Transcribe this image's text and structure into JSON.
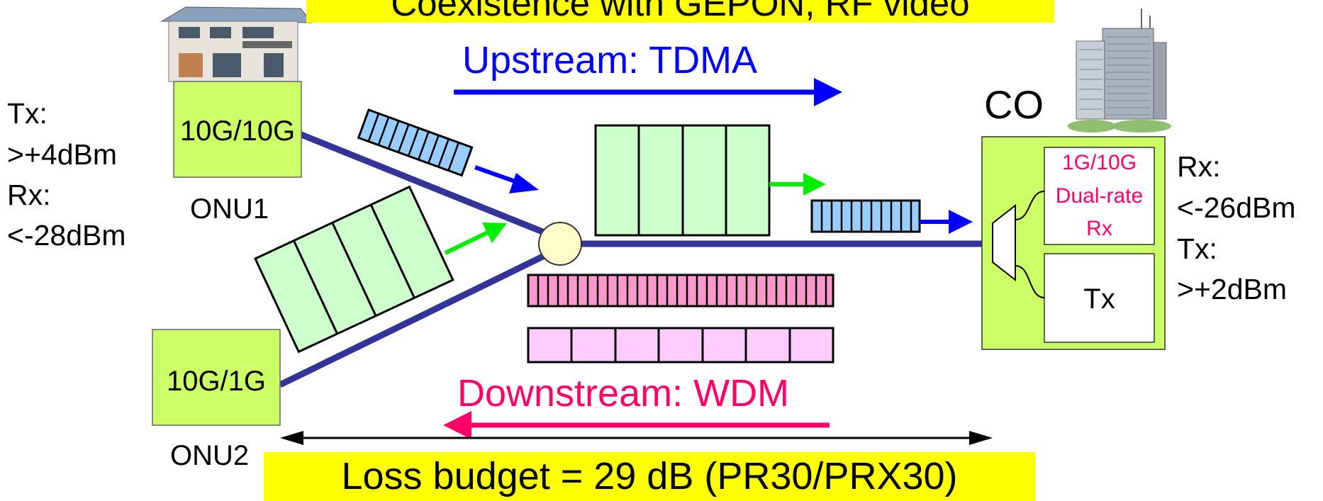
{
  "banners": {
    "top": "Coexistence with GEPON, RF video",
    "bottom": "Loss budget = 29 dB (PR30/PRX30)"
  },
  "arrows": {
    "upstream": "Upstream: TDMA",
    "downstream": "Downstream: WDM"
  },
  "onu1": {
    "box": "10G/10G",
    "name": "ONU1"
  },
  "onu2": {
    "box": "10G/1G",
    "name": "ONU2"
  },
  "onu_specs": [
    "Tx:",
    ">+4dBm",
    "Rx:",
    "<-28dBm"
  ],
  "co": {
    "label": "CO",
    "rx_box": [
      "1G/10G",
      "Dual-rate",
      "Rx"
    ],
    "tx_box": "Tx",
    "specs": [
      "Rx:",
      "<-26dBm",
      "Tx:",
      ">+2dBm"
    ]
  },
  "colors": {
    "banner": "#ffff00",
    "fiber": "#333399",
    "upstream_arrow": "#0000ff",
    "downstream_text": "#ff0066",
    "downstream_arrow": "#ff0066",
    "onu_box": "#ccff66",
    "co_box": "#ccff66",
    "green_packets": "#ccffcc",
    "blue_packets": "#99ccff",
    "pink_packets": "#ff99cc",
    "light_pink_packets": "#ffccff",
    "green_arrow": "#00ee00",
    "splitter": "#ffffcc",
    "rx_text": "#ff0066"
  },
  "icons": [
    "house-icon",
    "building-icon",
    "splitter-icon",
    "demux-icon"
  ]
}
